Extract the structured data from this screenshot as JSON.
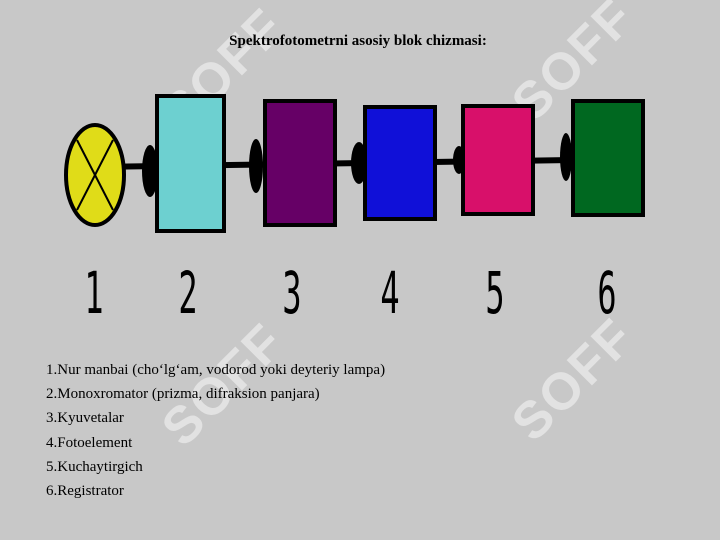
{
  "title": "Spektrofotometrni asosiy blok chizmasi:",
  "watermark_text": "SOFF",
  "blocks": [
    {
      "number": "1",
      "shape": "lamp-circle",
      "color": "#e0dc18"
    },
    {
      "number": "2",
      "shape": "box",
      "color": "#6dd0d0"
    },
    {
      "number": "3",
      "shape": "box",
      "color": "#660066"
    },
    {
      "number": "4",
      "shape": "box",
      "color": "#1010d8"
    },
    {
      "number": "5",
      "shape": "box",
      "color": "#d8106a"
    },
    {
      "number": "6",
      "shape": "box",
      "color": "#006820"
    }
  ],
  "legend": [
    "1.Nur manbai (cho‘lg‘am, vodorod yoki deyteriy lampa)",
    "2.Monoxromator (prizma, difraksion panjara)",
    "3.Kyuvetalar",
    "4.Fotoelement",
    "5.Kuchaytirgich",
    "6.Registrator"
  ]
}
